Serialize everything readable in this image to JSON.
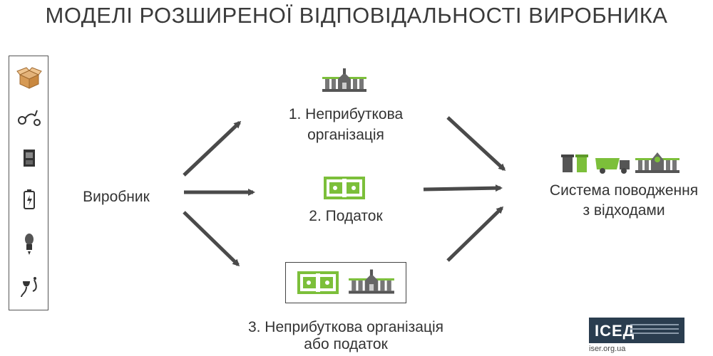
{
  "title": "МОДЕЛІ РОЗШИРЕНОЇ ВІДПОВІДАЛЬНОСТІ ВИРОБНИКА",
  "nodes": {
    "producer": "Виробник",
    "nonprofit": "1. Неприбуткова\nорганізація",
    "tax": "2. Податок",
    "combined": "3. Неприбуткова організація\nабо податок",
    "system": "Система поводження\nз відходами"
  },
  "logo": {
    "name": "ІСЕД",
    "url": "iser.org.ua"
  },
  "colors": {
    "green": "#7cbf3a",
    "dark": "#555555",
    "arrow": "#4a4a4a",
    "logo_bg": "#2a3d4f"
  },
  "sidebar_icons": [
    "packaging-box-icon",
    "tires-icon",
    "electronics-icon",
    "battery-icon",
    "light-bulb-icon",
    "oil-icon"
  ]
}
